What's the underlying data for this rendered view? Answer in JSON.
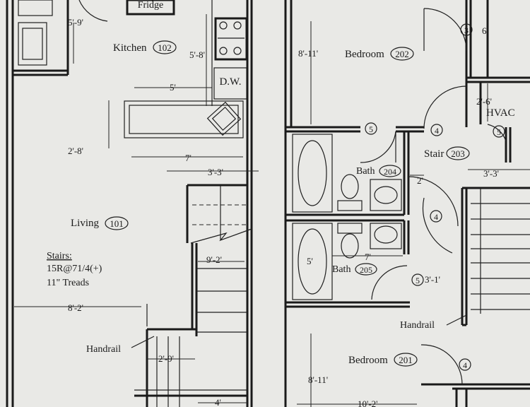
{
  "rooms": {
    "kitchen": "Kitchen",
    "kitchen_no": "102",
    "living": "Living",
    "living_no": "101",
    "bedroom_upper": "Bedroom",
    "bedroom_upper_no": "202",
    "bedroom_lower": "Bedroom",
    "bedroom_lower_no": "201",
    "bath_upper": "Bath",
    "bath_upper_no": "204",
    "bath_lower": "Bath",
    "bath_lower_no": "205",
    "stair": "Stair",
    "stair_no": "203"
  },
  "fixtures": {
    "fridge": "Fridge",
    "dishwasher": "D.W.",
    "hvac": "HVAC",
    "handrail_left": "Handrail",
    "handrail_right": "Handrail"
  },
  "stairs_note": {
    "line1": "Stairs:",
    "line2": "15R@71/4(+)",
    "line3": "11\" Treads"
  },
  "dimensions": {
    "d_5_9": "5'-9'",
    "d_5_8": "5'-8'",
    "d_5": "5'",
    "d_2_8": "2'-8'",
    "d_7_kitchen": "7'",
    "d_3_3_left": "3'-3'",
    "d_9_2": "9'-2'",
    "d_8_2": "8'-2'",
    "d_2_9": "2'-9'",
    "d_4": "4'",
    "d_8_11_upper": "8'-11'",
    "d_6": "6'",
    "d_2_6": "2'-6'",
    "d_3_3_right": "3'-3'",
    "d_2": "2'",
    "d_7_bath": "7'",
    "d_5_bath": "5'",
    "d_3_1": "3'-1'",
    "d_8_11_lower": "8'-11'",
    "d_10_2": "10'-2'"
  },
  "door_tags": {
    "t3": "3",
    "t4a": "4",
    "t4b": "4",
    "t4c": "4",
    "t5a": "5",
    "t5b": "5",
    "t5c": "5"
  }
}
